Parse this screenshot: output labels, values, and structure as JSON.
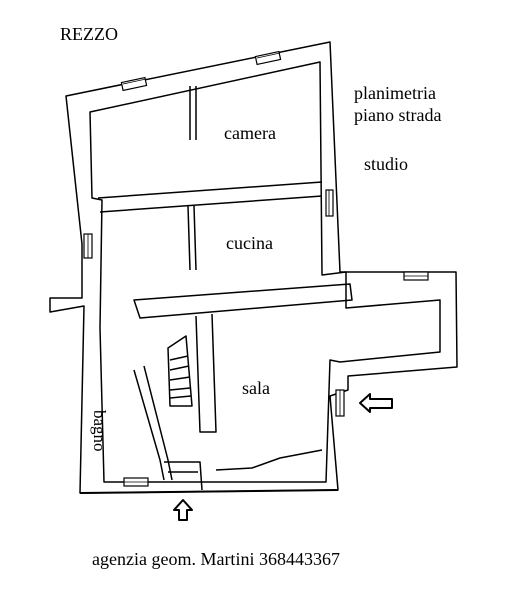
{
  "header": {
    "location": "REZZO"
  },
  "plan_title": {
    "line1": "planimetria",
    "line2": "piano strada"
  },
  "rooms": {
    "studio": "studio",
    "camera": "camera",
    "cucina": "cucina",
    "sala": "sala",
    "bagno": "bagno"
  },
  "footer": {
    "agency": "agenzia geom. Martini 368443367"
  },
  "colors": {
    "ink": "#000000",
    "paper": "#ffffff"
  },
  "icons": {
    "entrance_right": "arrow-left-outline-icon",
    "entrance_bottom": "arrow-up-outline-icon"
  }
}
